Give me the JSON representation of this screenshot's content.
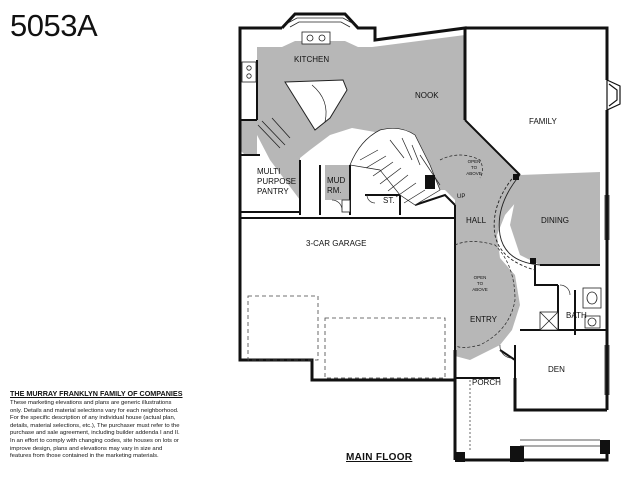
{
  "plan": {
    "code": "5053A",
    "floor_title": "MAIN FLOOR"
  },
  "company": {
    "title": "THE MURRAY FRANKLYN FAMILY OF COMPANIES",
    "disclaimer_lines": [
      "These marketing elevations and plans are generic illustrations",
      "only. Details and material selections vary for each neighborhood.",
      "For the specific description of any individual house (actual plan,",
      "details, material selections, etc.), The purchaser must refer to the",
      "purchase and sale agreement, including builder addenda I and II.",
      "In an effort to comply with changing codes, site houses on lots or",
      "improve design, plans and elevations may vary in size and",
      "features from those contained in the marketing materials."
    ]
  },
  "rooms": {
    "kitchen": "KITCHEN",
    "nook": "NOOK",
    "family": "FAMILY",
    "multi_purpose": [
      "MULTI",
      "PURPOSE",
      "PANTRY"
    ],
    "mud_room": [
      "MUD",
      "RM."
    ],
    "storage": "ST.",
    "hall": "HALL",
    "dining": "DINING",
    "garage": "3-CAR GARAGE",
    "entry": "ENTRY",
    "bath": "BATH",
    "den": "DEN",
    "porch": "PORCH"
  },
  "notes": {
    "open_to_above": [
      "OPEN",
      "TO",
      "ABOVE"
    ],
    "up": "UP"
  }
}
